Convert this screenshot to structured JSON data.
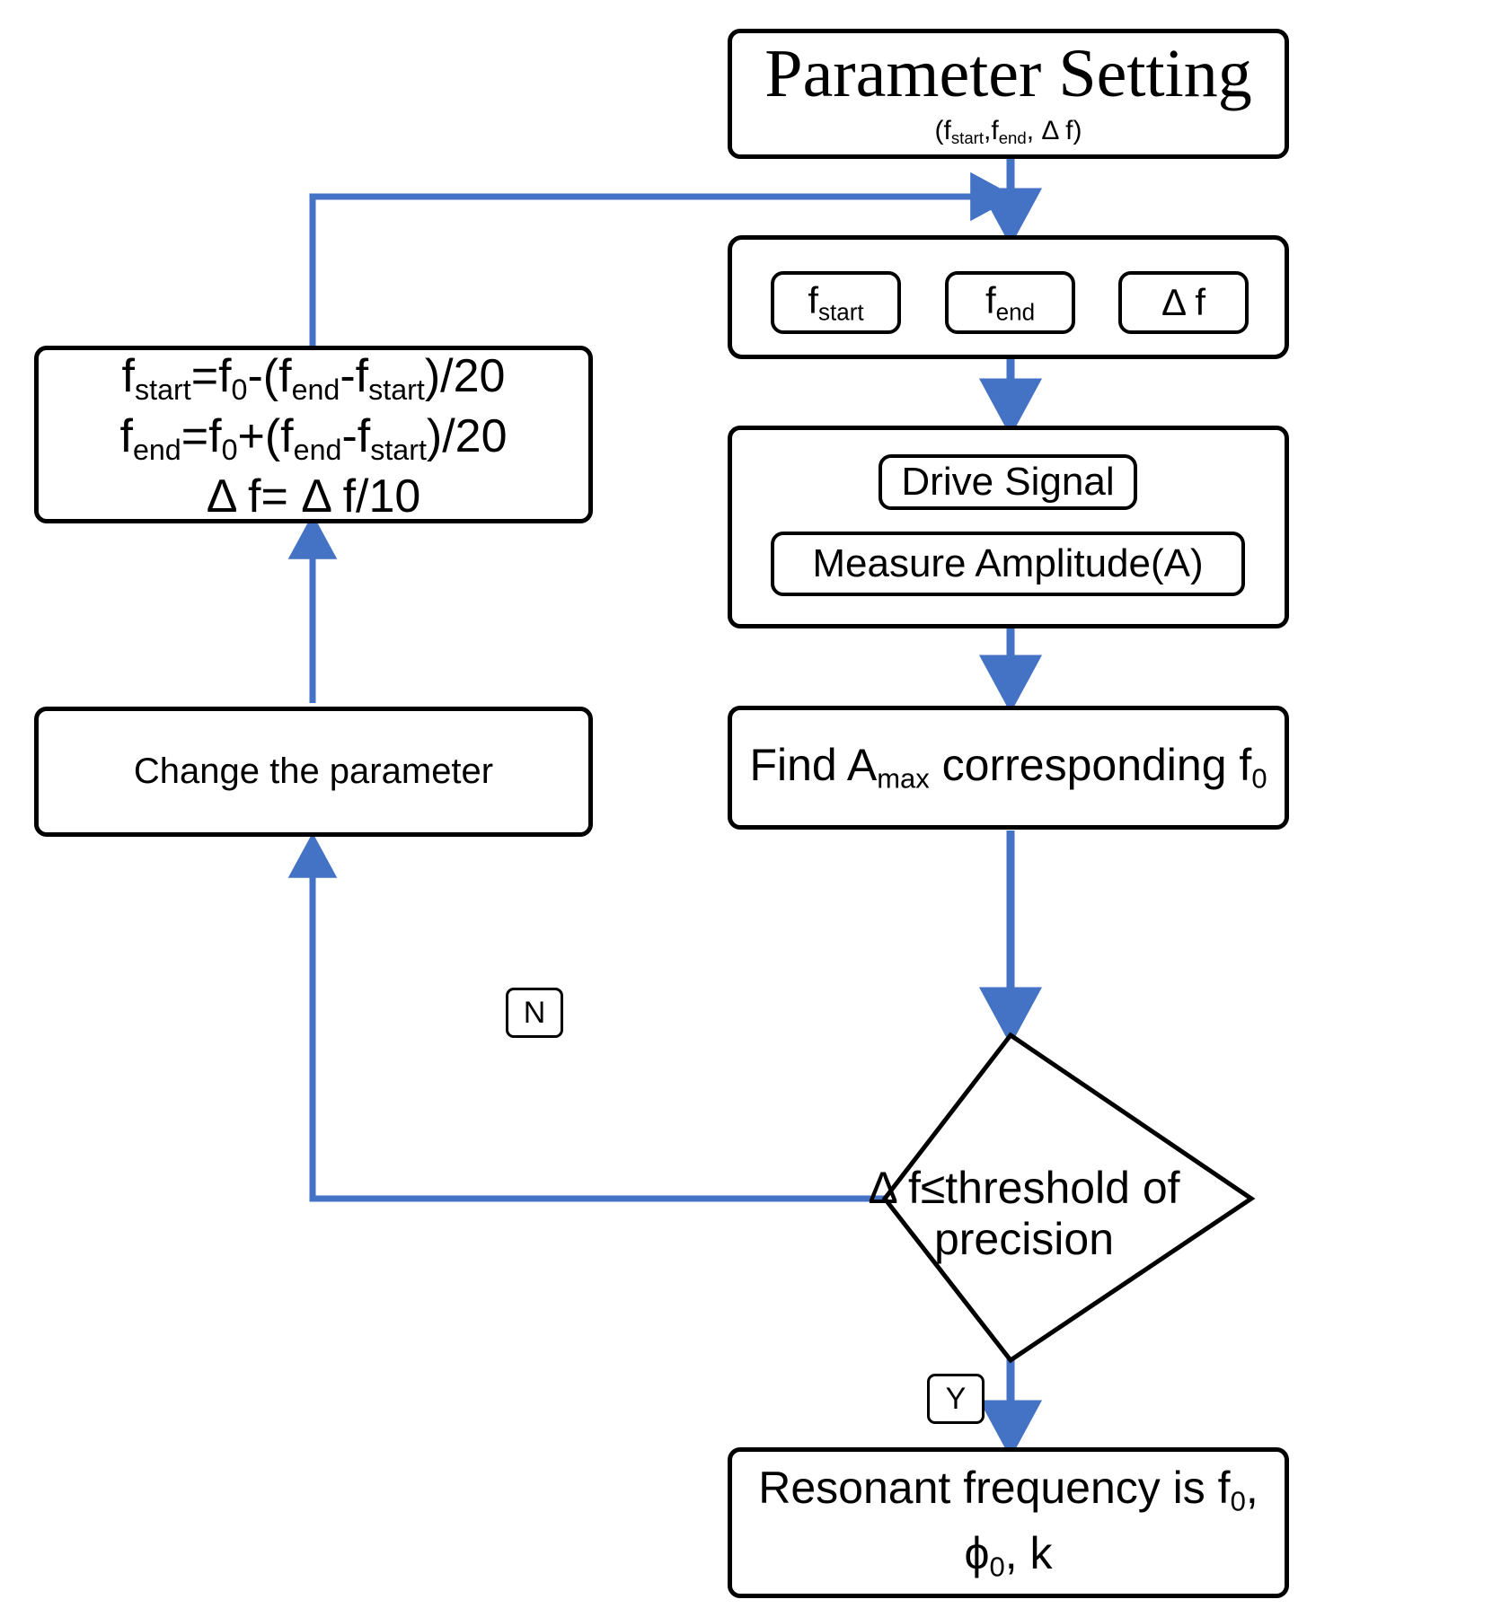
{
  "diagram": {
    "type": "flowchart",
    "title": "Resonant frequency search flowchart",
    "accent_color": "#4472C4",
    "line_color": "#000000",
    "background": "#FFFFFF"
  },
  "nodes": {
    "parameter_setting": {
      "title": "Parameter Setting",
      "caption_prefix": "(f",
      "caption_sub1": "start",
      "caption_mid": ",f",
      "caption_sub2": "end",
      "caption_suffix": ", Δ f)"
    },
    "params_row": {
      "items": [
        {
          "base": "f",
          "sub": "start"
        },
        {
          "base": "f",
          "sub": "end"
        },
        {
          "base": "Δ f",
          "sub": ""
        }
      ]
    },
    "measure_block": {
      "drive_signal": "Drive Signal",
      "measure_amplitude": "Measure Amplitude(A)"
    },
    "find_max": {
      "pre": "Find A",
      "sub": "max",
      "post": " corresponding f",
      "sub2": "0"
    },
    "decision": {
      "line1": "Δ f≤threshold of",
      "line2": "precision"
    },
    "result": {
      "line1_pre": "Resonant frequency is f",
      "line1_sub": "0",
      "line1_post": ",",
      "line2_pre": "ϕ",
      "line2_sub": "0",
      "line2_post": ",  k"
    },
    "change_parameter": {
      "label": "Change the parameter"
    },
    "formula_box": {
      "line1": {
        "lhs": "f",
        "lhs_sub": "start",
        "eq": "=f",
        "f0_sub": "0",
        "op": "-(f",
        "a_sub": "end",
        "mid": "-f",
        "b_sub": "start",
        "tail": ")/20"
      },
      "line2": {
        "lhs": "f",
        "lhs_sub": "end",
        "eq": "=f",
        "f0_sub": "0",
        "op": "+(f",
        "a_sub": "end",
        "mid": "-f",
        "b_sub": "start",
        "tail": ")/20"
      },
      "line3": "Δ f= Δ f/10"
    }
  },
  "edge_labels": {
    "no": "N",
    "yes": "Y"
  }
}
